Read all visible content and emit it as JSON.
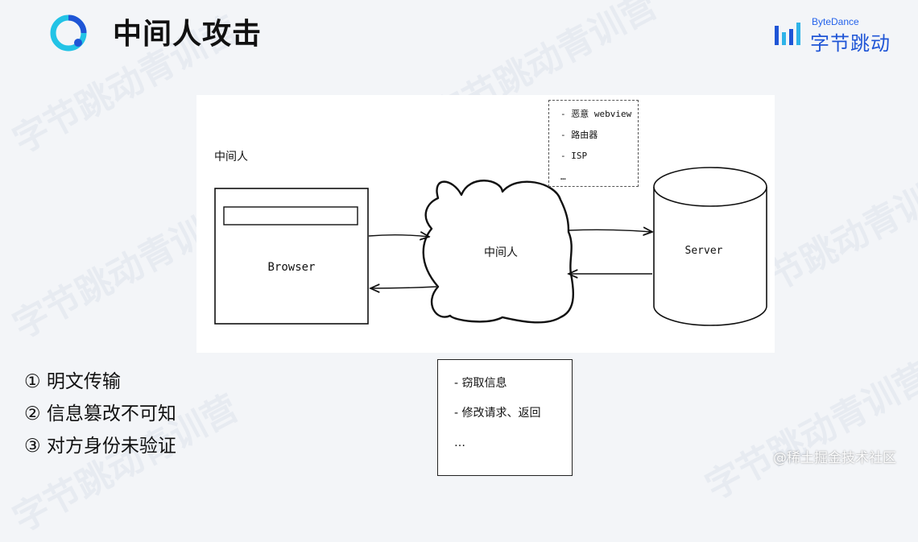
{
  "header": {
    "title": "中间人攻击",
    "brand_top": "ByteDance",
    "brand_name": "字节跳动"
  },
  "watermark": {
    "text": "字节跳动青训营"
  },
  "diagram": {
    "mitm_label": "中间人",
    "browser_label": "Browser",
    "cloud_label": "中间人",
    "server_label": "Server",
    "examples": [
      "- 恶意 webview",
      "- 路由器",
      "- ISP",
      "…"
    ]
  },
  "bullets": [
    "① 明文传输",
    "② 信息篡改不可知",
    "③ 对方身份未验证"
  ],
  "risks": [
    "- 窃取信息",
    "- 修改请求、返回",
    "…"
  ],
  "credit": "@稀土掘金技术社区",
  "colors": {
    "brand_blue": "#1f55d6",
    "logo_cyan": "#22c3e6"
  }
}
